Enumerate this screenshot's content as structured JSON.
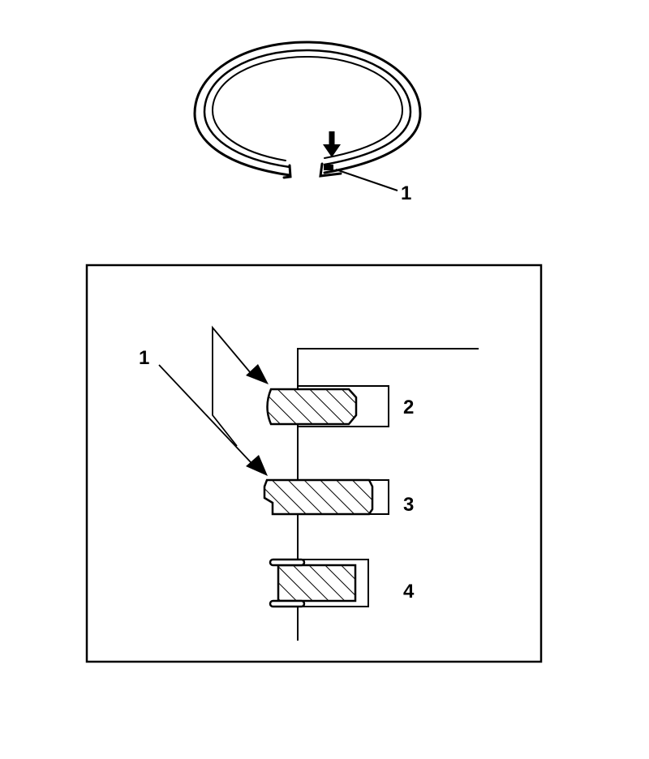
{
  "figure": {
    "ring_view": {
      "callout_label": "1"
    },
    "section_view": {
      "callouts": [
        {
          "label": "1"
        },
        {
          "label": "2"
        },
        {
          "label": "3"
        },
        {
          "label": "4"
        }
      ]
    }
  },
  "colors": {
    "ink": "#000000",
    "background": "#ffffff"
  }
}
